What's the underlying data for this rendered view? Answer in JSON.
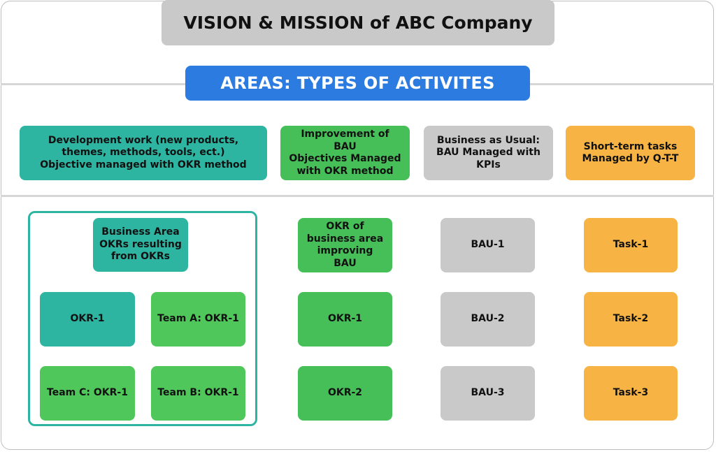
{
  "title": "VISION & MISSION of ABC Company",
  "areas_title": "AREAS: TYPES OF ACTIVITES",
  "headers": {
    "development": "Development work (new products,\nthemes, methods, tools, ect.)\nObjective managed with OKR method",
    "improvement": "Improvement of\nBAU\nObjectives Managed\nwith OKR method",
    "bau": "Business as Usual:\nBAU Managed with\nKPIs",
    "shortterm": "Short-term tasks\nManaged by Q-T-T"
  },
  "development_group": {
    "business_area": "Business Area\nOKRs resulting\nfrom OKRs",
    "okr1": "OKR-1",
    "team_a": "Team A: OKR-1",
    "team_c": "Team C: OKR-1",
    "team_b": "Team B: OKR-1"
  },
  "improvement_items": [
    "OKR of\nbusiness area\nimproving\nBAU",
    "OKR-1",
    "OKR-2"
  ],
  "bau_items": [
    "BAU-1",
    "BAU-2",
    "BAU-3"
  ],
  "task_items": [
    "Task-1",
    "Task-2",
    "Task-3"
  ],
  "colors": {
    "teal": "#2eb5a2",
    "green": "#46bf58",
    "grey": "#c9c9c9",
    "orange": "#f7b444",
    "blue": "#2c7be0"
  }
}
